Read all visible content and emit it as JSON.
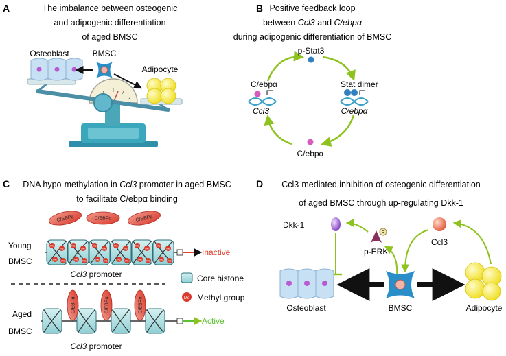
{
  "panels": {
    "a": {
      "letter": "A",
      "title_line1": "The imbalance between osteogenic",
      "title_line2": "and adipogenic differentiation",
      "title_line3": "of aged BMSC",
      "labels": {
        "osteoblast": "Osteoblast",
        "bmsc": "BMSC",
        "adipocyte": "Adipocyte"
      }
    },
    "b": {
      "letter": "B",
      "title_line1": "Positive feedback loop",
      "title_line2_pre": "between ",
      "title_line2_gene1": "Ccl3",
      "title_line2_mid": " and ",
      "title_line2_gene2": "C/ebpα",
      "title_line3": "during adipogenic differentiation of BMSC",
      "labels": {
        "p_stat3": "p-Stat3",
        "stat_dimer": "Stat dimer",
        "cebpa_gene": "C/ebpα",
        "cebpa_protein_bottom": "C/ebpα",
        "cebpa_protein_left": "C/ebpα",
        "ccl3_gene": "Ccl3"
      }
    },
    "c": {
      "letter": "C",
      "title_line1_pre": "DNA hypo-methylation in ",
      "title_line1_gene": "Ccl3",
      "title_line1_post": " promoter in aged BMSC",
      "title_line2": "to facilitate C/ebpα binding",
      "tf_label": "C/EBPα",
      "me_label": "Me",
      "young_line1": "Young",
      "young_line2": "BMSC",
      "aged_line1": "Aged",
      "aged_line2": "BMSC",
      "promoter_gene": "Ccl3",
      "promoter_suffix": " promoter",
      "inactive": "Inactive",
      "active": "Active",
      "legend_core": "Core histone",
      "legend_methyl": "Methyl group"
    },
    "d": {
      "letter": "D",
      "title_line1": "Ccl3-mediated inhibition of osteogenic differentiation",
      "title_line2": "of aged BMSC through up-regulating Dkk-1",
      "labels": {
        "dkk1": "Dkk-1",
        "p_erk": "p-ERK",
        "p_mark": "P",
        "ccl3": "Ccl3",
        "osteoblast": "Osteoblast",
        "bmsc": "BMSC",
        "adipocyte": "Adipocyte"
      }
    }
  },
  "colors": {
    "green_arrow": "#8dc21f",
    "red_tf": "#e0483a",
    "inactive_red": "#e03c2c",
    "active_green": "#5cc235",
    "histone_teal": "#a9dde0",
    "bmsc_blue": "#2a8fc9",
    "adipocyte_yellow": "#f4e83c",
    "osteoblast_blue": "#b9d9ef"
  }
}
